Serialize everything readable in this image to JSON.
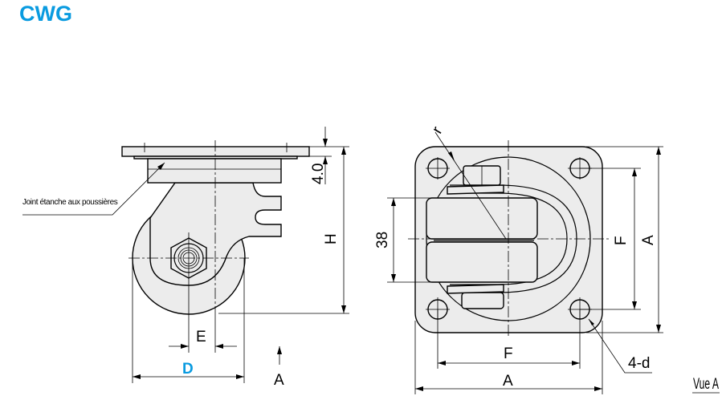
{
  "title": "CWG",
  "accent_color": "#0a9be0",
  "side_view": {
    "seal_label": "Joint étanche aux poussières",
    "dim_thickness": "4.0",
    "dim_height": "H",
    "dim_offset": "E",
    "dim_diameter": "D",
    "view_arrow": "A"
  },
  "top_view": {
    "dim_radius": "r",
    "dim_wheel_width": "38",
    "dim_hole_pitch_v": "F",
    "dim_plate_v": "A",
    "dim_hole_pitch_h": "F",
    "dim_plate_h": "A",
    "dim_holes": "4-d",
    "view_caption": "Vue A"
  }
}
